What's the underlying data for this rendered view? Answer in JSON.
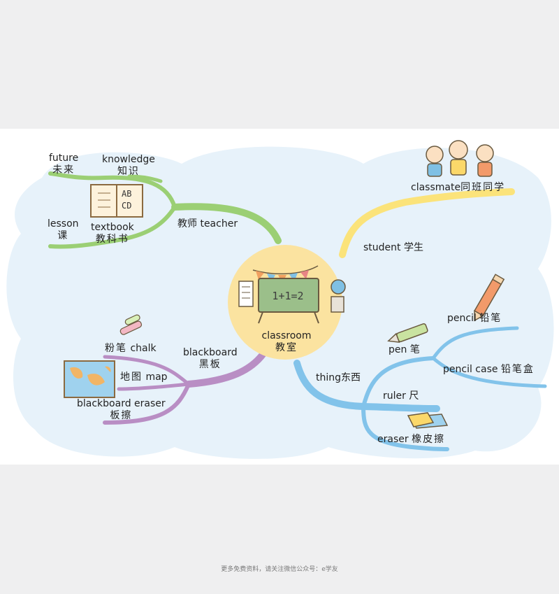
{
  "center": {
    "en": "classroom",
    "zh": "教室",
    "board_text": "1+1=2"
  },
  "branches": {
    "teacher": {
      "label": "教师 teacher",
      "children": [
        {
          "en": "future",
          "zh": "未来"
        },
        {
          "en": "knowledge",
          "zh": "知识"
        },
        {
          "en": "lesson",
          "zh": "课"
        },
        {
          "en": "textbook",
          "zh": "教科书",
          "book_letters": "AB CD"
        }
      ]
    },
    "student": {
      "label": "student 学生",
      "children": [
        {
          "en": "classmate",
          "zh": "同班同学"
        }
      ]
    },
    "blackboard": {
      "en": "blackboard",
      "zh": "黑板",
      "children": [
        {
          "en": "chalk",
          "zh": "粉笔"
        },
        {
          "en": "map",
          "zh": "地图"
        },
        {
          "en": "blackboard eraser",
          "zh": "板擦"
        }
      ]
    },
    "thing": {
      "label": "thing东西",
      "children": [
        {
          "en": "pen",
          "zh": "笔"
        },
        {
          "en": "pencil",
          "zh": "铅笔"
        },
        {
          "en": "pencil case",
          "zh": "铅笔盒"
        },
        {
          "en": "ruler",
          "zh": "尺"
        },
        {
          "en": "eraser",
          "zh": "橡皮擦"
        }
      ]
    }
  },
  "colors": {
    "teacher_branch": "#9bcf74",
    "student_branch": "#fbe37a",
    "blackboard_branch": "#b98ec4",
    "thing_branch": "#82c3ea",
    "center_circle": "#fbe3a0",
    "cloud": "#e7f2fa"
  },
  "footer": "更多免费资料，请关注微信公众号：e学友"
}
